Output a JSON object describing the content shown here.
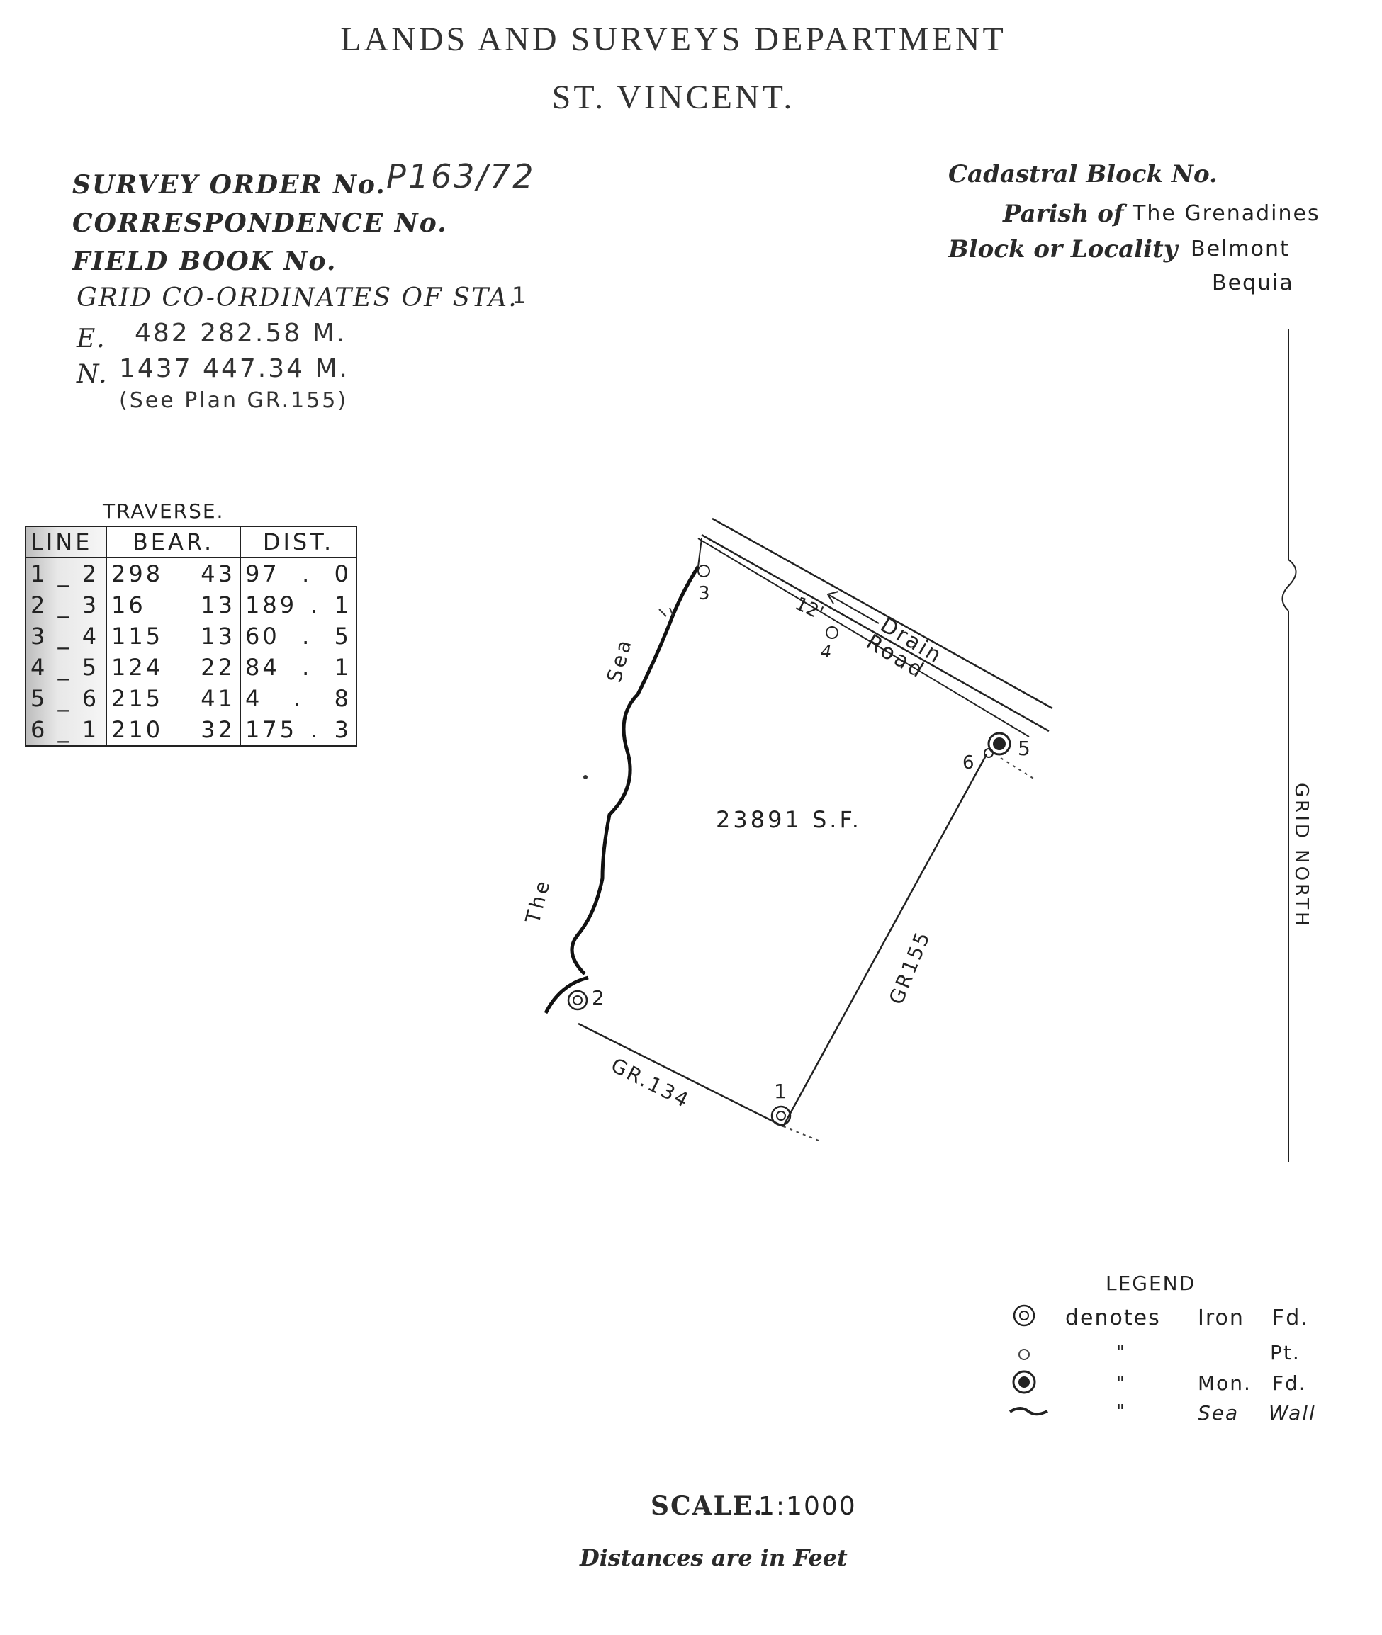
{
  "header": {
    "line1": "LANDS AND SURVEYS DEPARTMENT",
    "line2": "ST. VINCENT."
  },
  "left_info": {
    "survey_order_label": "SURVEY ORDER No.",
    "survey_order_value": "P163/72",
    "correspondence_label": "CORRESPONDENCE No.",
    "field_book_label": "FIELD BOOK No.",
    "grid_coords_label": "GRID CO-ORDINATES OF STA.",
    "grid_coords_station": "1",
    "easting_label": "E.",
    "easting_value": "482 282.58 M.",
    "northing_label": "N.",
    "northing_value": "1437 447.34 M.",
    "see_plan": "(See Plan GR.155)"
  },
  "right_info": {
    "cadastral_label": "Cadastral Block No.",
    "parish_label": "Parish of",
    "parish_value": "The Grenadines",
    "locality_label": "Block or Locality",
    "locality_value_1": "Belmont",
    "locality_value_2": "Bequia"
  },
  "traverse": {
    "title": "TRAVERSE.",
    "headers": [
      "LINE",
      "BEAR.",
      "DIST."
    ],
    "rows": [
      {
        "line": "1 _ 2",
        "bear_deg": "298",
        "bear_min": "43",
        "dist_int": "97",
        "dist_dec": "0"
      },
      {
        "line": "2 _ 3",
        "bear_deg": "16",
        "bear_min": "13",
        "dist_int": "189",
        "dist_dec": "1"
      },
      {
        "line": "3 _ 4",
        "bear_deg": "115",
        "bear_min": "13",
        "dist_int": "60",
        "dist_dec": "5"
      },
      {
        "line": "4 _ 5",
        "bear_deg": "124",
        "bear_min": "22",
        "dist_int": "84",
        "dist_dec": "1"
      },
      {
        "line": "5 _ 6",
        "bear_deg": "215",
        "bear_min": "41",
        "dist_int": "4",
        "dist_dec": "8"
      },
      {
        "line": "6 _ 1",
        "bear_deg": "210",
        "bear_min": "32",
        "dist_int": "175",
        "dist_dec": "3"
      }
    ]
  },
  "plan": {
    "area": "23891 S.F.",
    "drain": "Drain",
    "road": "Road",
    "road_width": "12'",
    "the_word": "The",
    "sea_word": "Sea",
    "gr155": "GR155",
    "gr134": "GR.134",
    "station_labels": [
      "1",
      "2",
      "3",
      "4",
      "5",
      "6"
    ],
    "grid_north": "GRID NORTH"
  },
  "legend": {
    "title": "LEGEND",
    "denotes": "denotes",
    "ditto": "\"",
    "iron_label": "Iron",
    "fd_label": "Fd.",
    "pt_label": "Pt.",
    "mon_label": "Mon.",
    "sea_label": "Sea",
    "wall_label": "Wall"
  },
  "footer": {
    "scale_label": "SCALE.",
    "scale_value": "1:1000",
    "distances_note": "Distances are in Feet"
  }
}
